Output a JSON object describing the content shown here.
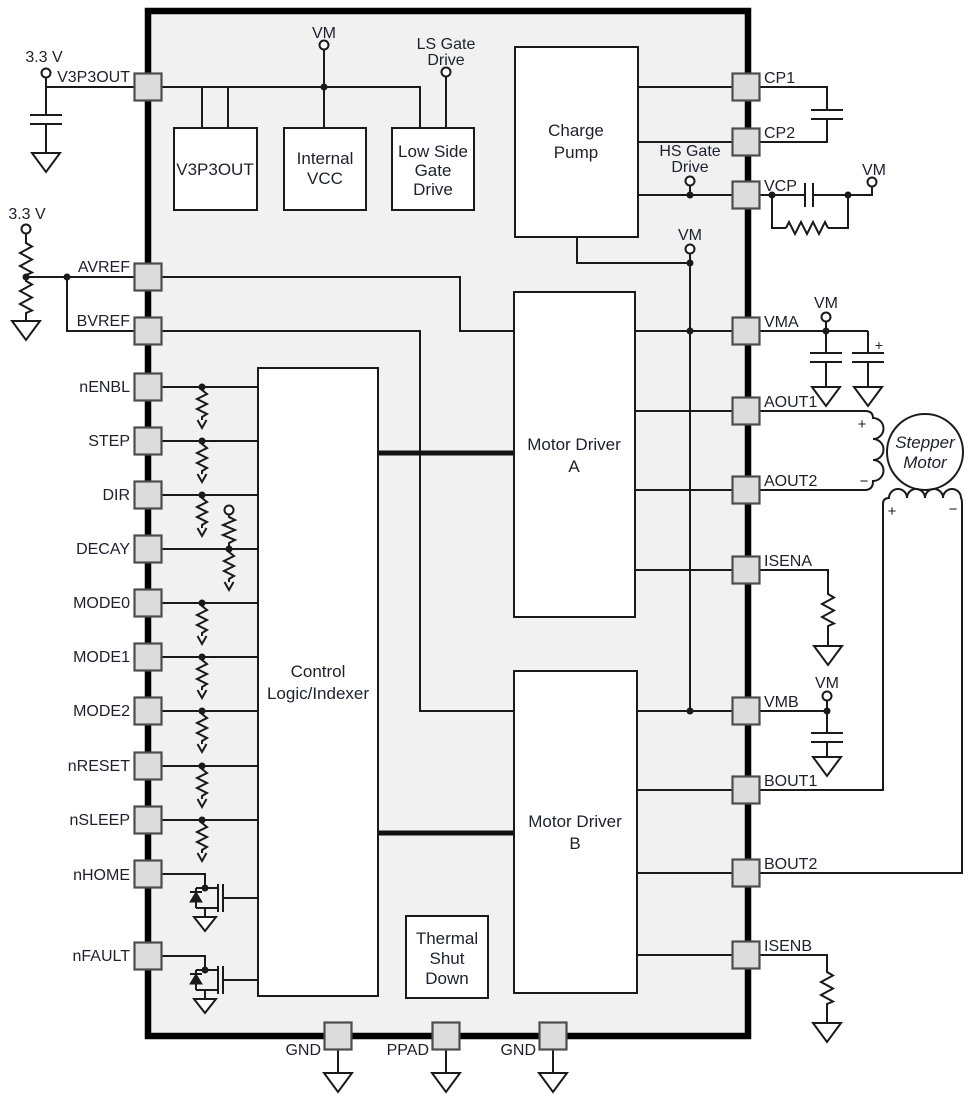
{
  "labels": {
    "vm": "VM",
    "v33": "3.3 V",
    "ls_gate": [
      "LS Gate",
      "Drive"
    ],
    "hs_gate": [
      "HS Gate",
      "Drive"
    ],
    "plus": "+",
    "minus": "−"
  },
  "pins": {
    "left": [
      "V3P3OUT",
      "AVREF",
      "BVREF",
      "nENBL",
      "STEP",
      "DIR",
      "DECAY",
      "MODE0",
      "MODE1",
      "MODE2",
      "nRESET",
      "nSLEEP",
      "nHOME",
      "nFAULT"
    ],
    "right": [
      "CP1",
      "CP2",
      "VCP",
      "VMA",
      "AOUT1",
      "AOUT2",
      "ISENA",
      "VMB",
      "BOUT1",
      "BOUT2",
      "ISENB"
    ],
    "bottom": [
      "GND",
      "PPAD",
      "GND"
    ]
  },
  "blocks": {
    "v3p3out": [
      "V3P3OUT"
    ],
    "internal_vcc": [
      "Internal",
      "VCC"
    ],
    "low_side_gate_drive": [
      "Low Side",
      "Gate",
      "Drive"
    ],
    "charge_pump": [
      "Charge",
      "Pump"
    ],
    "motor_driver_a": [
      "Motor Driver",
      "A"
    ],
    "motor_driver_b": [
      "Motor Driver",
      "B"
    ],
    "control_logic_indexer": [
      "Control",
      "Logic/Indexer"
    ],
    "thermal_shutdown": [
      "Thermal",
      "Shut",
      "Down"
    ]
  },
  "motor": [
    "Stepper",
    "Motor"
  ],
  "colors": {
    "chip_fill": "#f1f1f1",
    "pin_fill": "#dcdcdc",
    "line": "#1a1a1a"
  }
}
